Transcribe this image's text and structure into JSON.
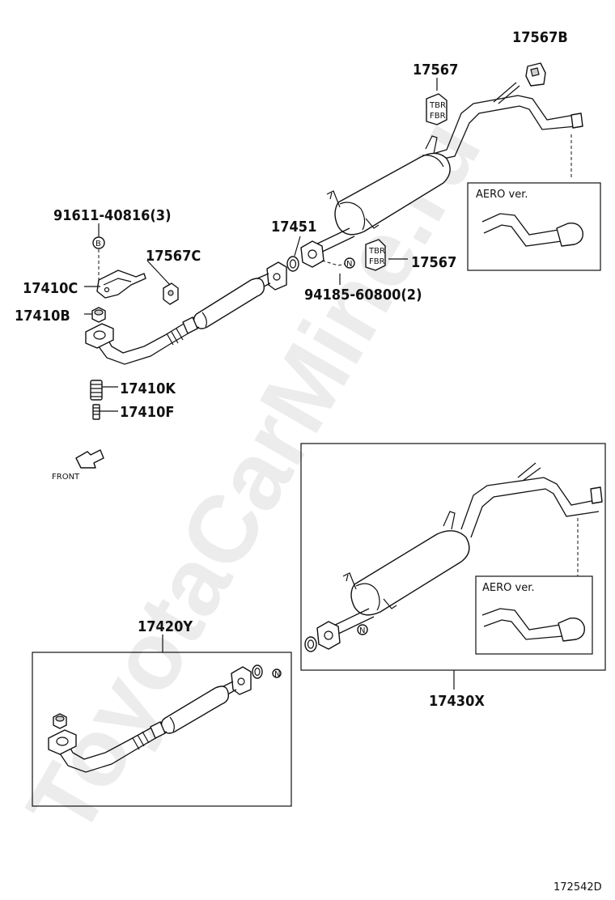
{
  "watermark": "ToyotaCarMine.ru",
  "diagram_code": "172542D",
  "front_label": "FRONT",
  "aero_label": "AERO ver.",
  "nut_symbol": "N",
  "bolt_symbol": "B",
  "parts": {
    "p17567B": "17567B",
    "p17567_top": "17567",
    "p17451": "17451",
    "p17567_mid": "17567",
    "p94185": "94185-60800(2)",
    "p91611": "91611-40816(3)",
    "p17567C": "17567C",
    "p17410C": "17410C",
    "p17410B": "17410B",
    "p17410K": "17410K",
    "p17410F": "17410F",
    "p17420Y": "17420Y",
    "p17430X": "17430X"
  }
}
